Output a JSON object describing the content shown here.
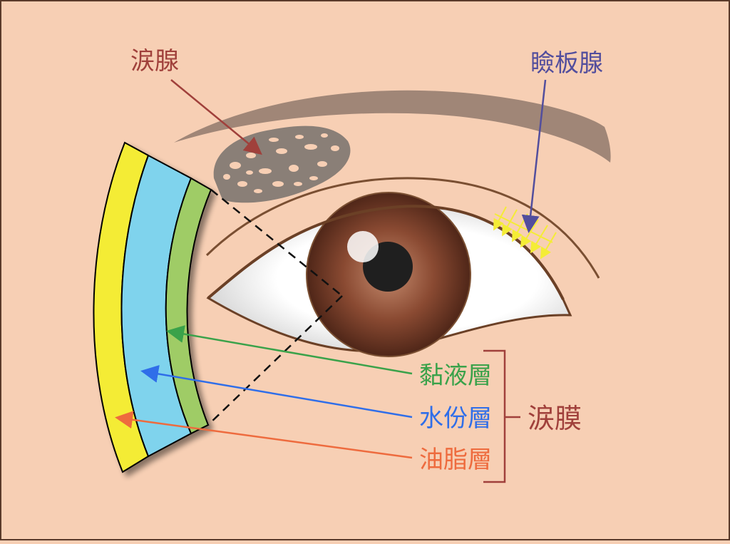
{
  "labels": {
    "lacrimal_gland": "涙腺",
    "meibomian_gland": "瞼板腺",
    "mucin_layer": "黏液層",
    "aqueous_layer": "水份層",
    "lipid_layer": "油脂層",
    "tear_film": "涙膜"
  },
  "colors": {
    "background": "#f7cfb4",
    "brow": "#a08677",
    "eye_outline": "#7a4f32",
    "sclera": "#ececec",
    "iris_outer": "#5b2e1e",
    "iris_inner": "#b9826a",
    "pupil": "#1f1f1f",
    "lipid_layer": "#f4ec36",
    "aqueous_layer": "#7fd3ed",
    "mucin_layer": "#9fcc66",
    "lacrimal_text": "#a0403b",
    "meibomian_text": "#524e9d",
    "mucin_text": "#3aa24a",
    "aqueous_text": "#2f6ee9",
    "lipid_text": "#ee6b3e",
    "tear_film_text": "#a0403b",
    "meibomian_tubes": "#f4ec36"
  }
}
